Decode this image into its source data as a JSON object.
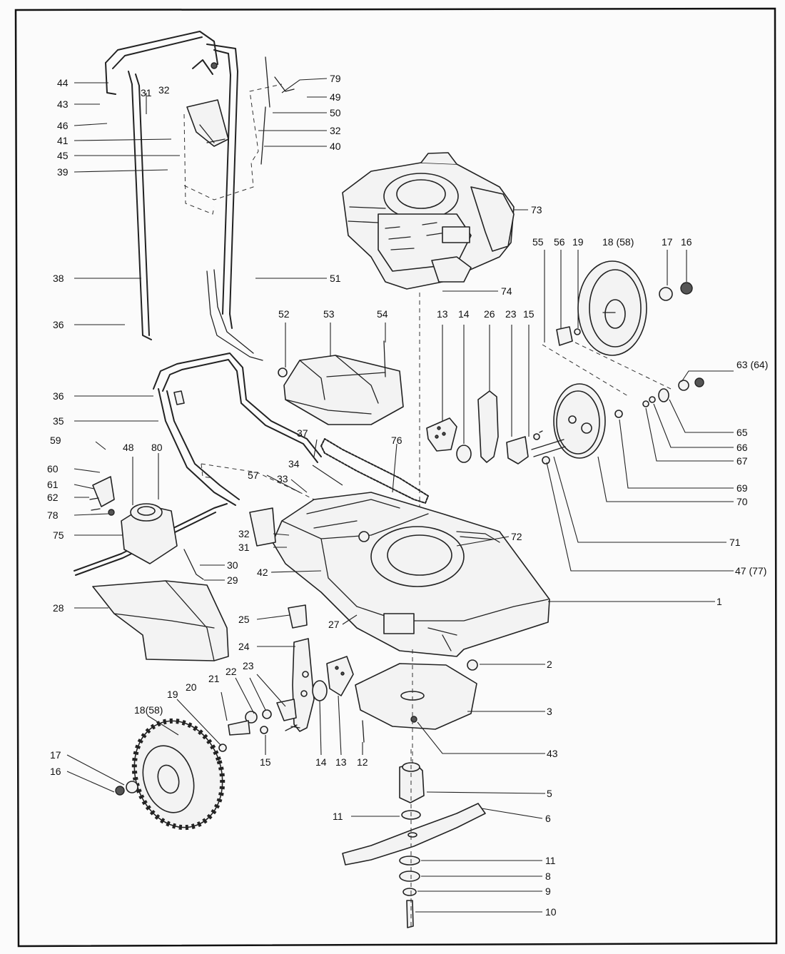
{
  "labels": {
    "l44": "44",
    "l43a": "43",
    "l31": "31",
    "l32a": "32",
    "l46": "46",
    "l41": "41",
    "l45": "45",
    "l39": "39",
    "l79": "79",
    "l49": "49",
    "l50": "50",
    "l32b": "32",
    "l40": "40",
    "l73": "73",
    "l38": "38",
    "l51": "51",
    "l74": "74",
    "l36a": "36",
    "l55": "55",
    "l56": "56",
    "l19a": "19",
    "l18a": "18 (58)",
    "l17a": "17",
    "l16a": "16",
    "l52": "52",
    "l53": "53",
    "l54": "54",
    "l13a": "13",
    "l14a": "14",
    "l26": "26",
    "l23a": "23",
    "l15a": "15",
    "l63": "63 (64)",
    "l36b": "36",
    "l35": "35",
    "l59": "59",
    "l48": "48",
    "l80": "80",
    "l37": "37",
    "l76": "76",
    "l65": "65",
    "l60": "60",
    "l61": "61",
    "l62": "62",
    "l66": "66",
    "l67": "67",
    "l34": "34",
    "l57": "57",
    "l33": "33",
    "l78": "78",
    "l69": "69",
    "l70": "70",
    "l75": "75",
    "l32c": "32",
    "l72": "72",
    "l31b": "31",
    "l71": "71",
    "l30": "30",
    "l47": "47 (77)",
    "l42": "42",
    "l29": "29",
    "l1": "1",
    "l28": "28",
    "l25": "25",
    "l27": "27",
    "l24": "24",
    "l2": "2",
    "l21": "21",
    "l22": "22",
    "l23b": "23",
    "l20": "20",
    "l18b": "18(58)",
    "l19b": "19",
    "l3": "3",
    "l15b": "15",
    "l14b": "14",
    "l13b": "13",
    "l12": "12",
    "l43b": "43",
    "l17b": "17",
    "l16b": "16",
    "l5": "5",
    "l11a": "11",
    "l6": "6",
    "l11b": "11",
    "l8": "8",
    "l9": "9",
    "l10": "10"
  }
}
